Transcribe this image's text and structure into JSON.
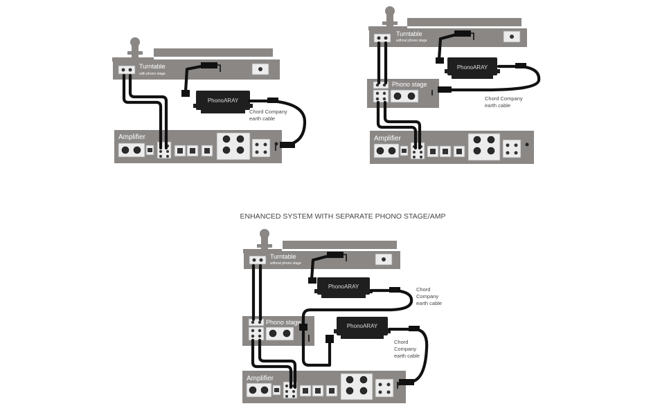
{
  "heading": "ENHANCED SYSTEM WITH SEPARATE PHONO STAGE/AMP",
  "diagram1": {
    "turntable_label": "Turntable",
    "turntable_sub": "with phono stage",
    "phonoaray_label": "PhonoARAY",
    "amplifier_label": "Amplifier",
    "earth_cable_line1": "Chord Company",
    "earth_cable_line2": "earth cable"
  },
  "diagram2": {
    "turntable_label": "Turntable",
    "turntable_sub": "without phono stage",
    "phonoaray_label": "PhonoARAY",
    "phono_stage_label": "Phono stage",
    "amplifier_label": "Amplifier",
    "earth_cable_line1": "Chord Company",
    "earth_cable_line2": "earth cable"
  },
  "diagram3": {
    "turntable_label": "Turntable",
    "turntable_sub": "without phono stage",
    "phonoaray_top_label": "PhonoARAY",
    "phonoaray_bottom_label": "PhonoARAY",
    "phono_stage_label": "Phono stage",
    "amplifier_label": "Amplifier",
    "earth_cable_top_line1": "Chord",
    "earth_cable_top_line2": "Company",
    "earth_cable_top_line3": "earth cable",
    "earth_cable_bottom_line1": "Chord",
    "earth_cable_bottom_line2": "Company",
    "earth_cable_bottom_line3": "earth cable"
  }
}
